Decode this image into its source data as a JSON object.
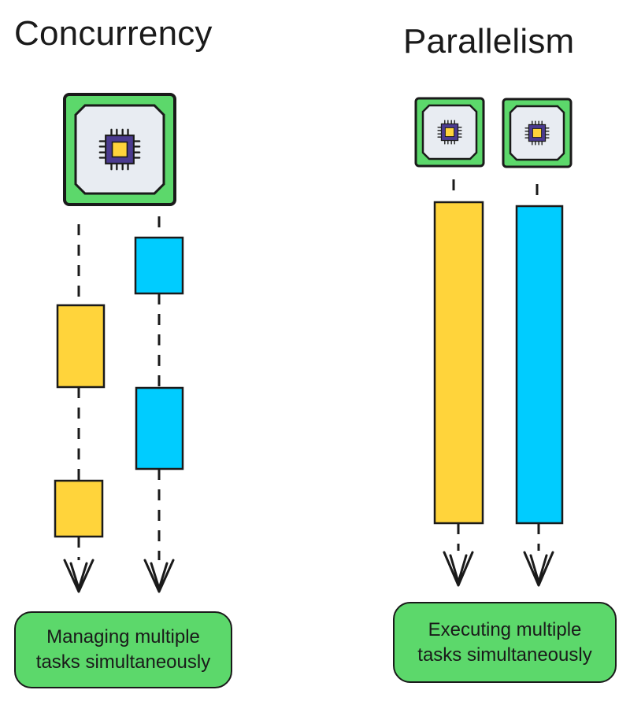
{
  "concurrency": {
    "title": "Concurrency",
    "caption_line1": "Managing multiple",
    "caption_line2": "tasks simultaneously"
  },
  "parallelism": {
    "title": "Parallelism",
    "caption_line1": "Executing multiple",
    "caption_line2": "tasks simultaneously"
  },
  "colors": {
    "task_yellow": "#ffd43b",
    "task_blue": "#00ccff",
    "cpu_green": "#5cd86b",
    "cpu_chip_purple": "#4b3b8f",
    "outline": "#1a1a1a"
  }
}
